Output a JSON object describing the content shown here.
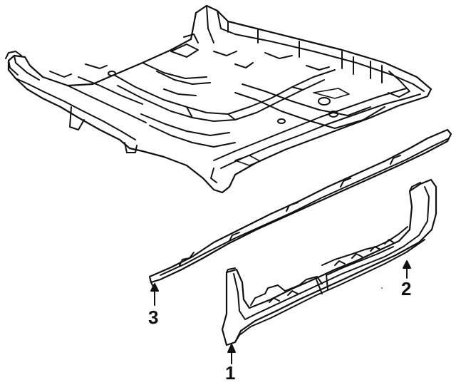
{
  "callouts": [
    {
      "id": "1",
      "label": "1"
    },
    {
      "id": "2",
      "label": "2"
    },
    {
      "id": "3",
      "label": "3"
    }
  ],
  "colors": {
    "ink": "#111111",
    "paper": "#ffffff"
  },
  "parts": [
    "floor-pan",
    "rocker-reinforcement",
    "rocker-panel"
  ]
}
